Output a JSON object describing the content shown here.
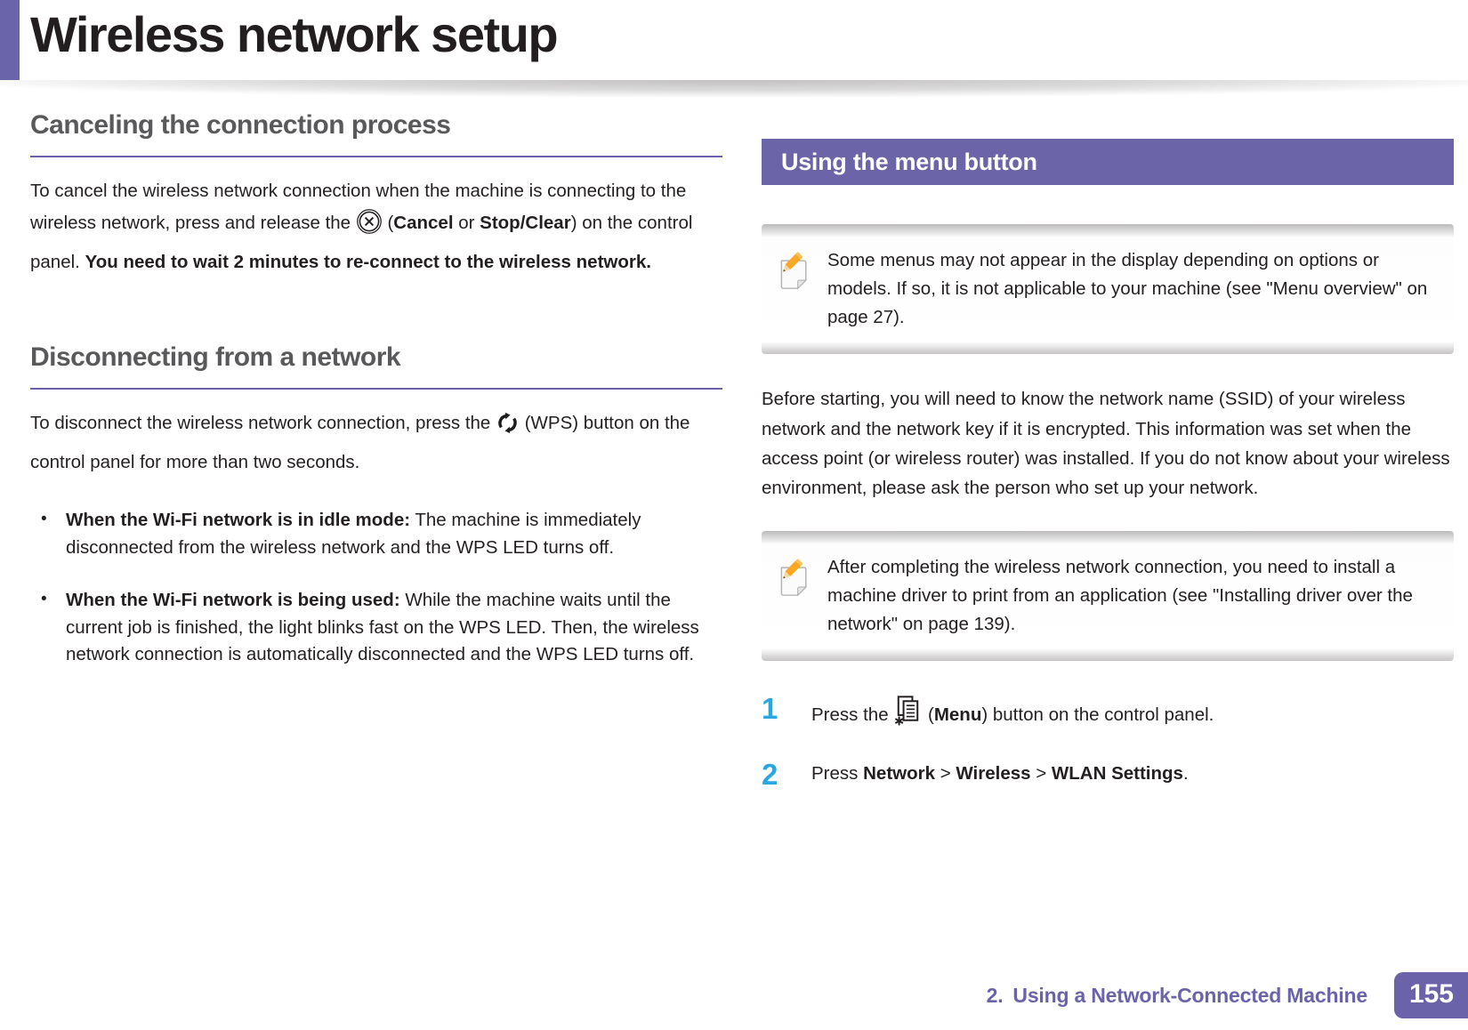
{
  "header": {
    "title": "Wireless network setup"
  },
  "left": {
    "cancel": {
      "heading": "Canceling the connection process",
      "p_before_icon": "To cancel the wireless network connection when the machine is connecting to the wireless network, press and release the ",
      "p_open_paren": " (",
      "cancel_label": "Cancel",
      "p_or": " or ",
      "stop_label": "Stop/Clear",
      "p_close_paren": ") on the control panel. ",
      "p_bold_tail": "You need to wait 2 minutes to re-connect to the wireless network."
    },
    "disconnect": {
      "heading": "Disconnecting from a network",
      "p_before_icon": "To disconnect the wireless network connection, press the ",
      "p_after_icon": " (WPS) button on the control panel for more than two seconds.",
      "bullets": [
        {
          "bold": "When the Wi-Fi network is in idle mode:",
          "text": " The machine is immediately disconnected from the wireless network and the WPS LED turns off."
        },
        {
          "bold": "When the Wi-Fi network is being used:",
          "text": " While the machine waits until the current job is finished, the light blinks fast on the WPS LED. Then, the wireless network connection is automatically disconnected and the WPS LED turns off."
        }
      ]
    }
  },
  "right": {
    "banner_title": "Using the menu button",
    "note1": "Some menus may not appear in the display depending on options or models. If so, it is not applicable to your machine (see \"Menu overview\" on page 27).",
    "intro_paragraph": "Before starting, you will need to know the network name (SSID) of your wireless network and the network key if it is encrypted. This information was set when the access point (or wireless router) was installed. If you do not know about your wireless environment, please ask the person who set up your network.",
    "note2": "After completing the wireless network connection, you need to install a machine driver to print from an application (see \"Installing driver over the network\" on page 139).",
    "steps": [
      {
        "number": "1",
        "before_icon": "Press the ",
        "open_paren": " (",
        "menu_label": "Menu",
        "after": ") button on the control panel."
      },
      {
        "number": "2",
        "lead": "Press ",
        "item1": "Network",
        "sep1": " > ",
        "item2": "Wireless",
        "sep2": " > ",
        "item3": "WLAN Settings",
        "tail": "."
      }
    ]
  },
  "footer": {
    "chapter_num": "2.",
    "chapter_title": "Using a Network-Connected Machine",
    "page_number": "155"
  },
  "icons": {
    "cancel": "circle-x-icon",
    "wps": "wps-icon",
    "menu": "menu-button-icon",
    "note": "pencil-note-icon"
  },
  "colors": {
    "accent_purple": "#6A63AA",
    "step_blue": "#2BA7E0",
    "heading_gray": "#59595B",
    "body_text": "#231F20"
  }
}
